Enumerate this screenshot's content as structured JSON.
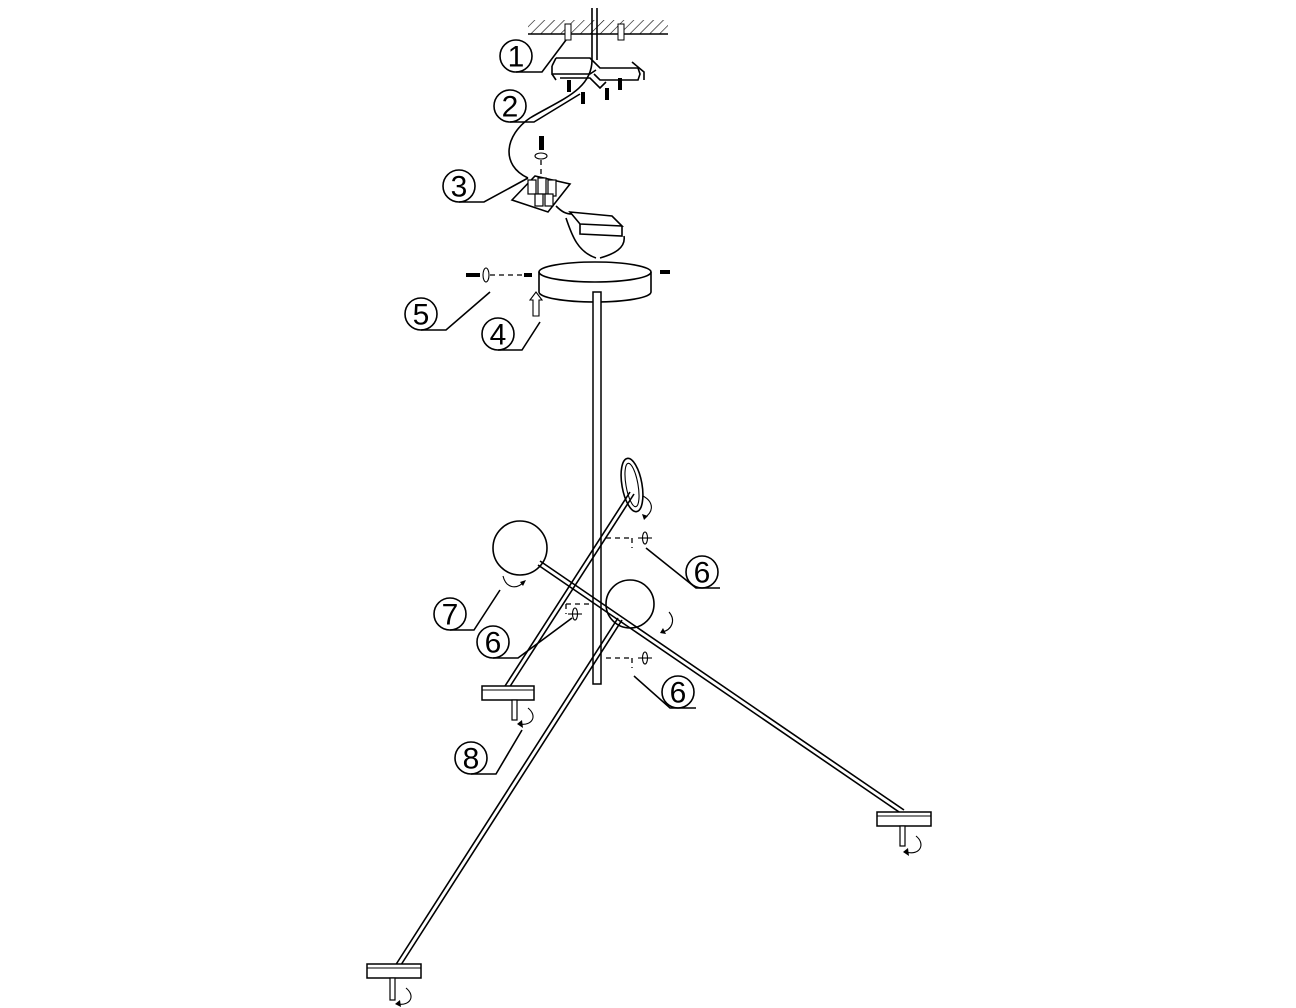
{
  "callouts": [
    {
      "id": "c1",
      "label": "1"
    },
    {
      "id": "c2",
      "label": "2"
    },
    {
      "id": "c3",
      "label": "3"
    },
    {
      "id": "c5",
      "label": "5"
    },
    {
      "id": "c4",
      "label": "4"
    },
    {
      "id": "c6a",
      "label": "6"
    },
    {
      "id": "c7",
      "label": "7"
    },
    {
      "id": "c6b",
      "label": "6"
    },
    {
      "id": "c6c",
      "label": "6"
    },
    {
      "id": "c8",
      "label": "8"
    }
  ]
}
